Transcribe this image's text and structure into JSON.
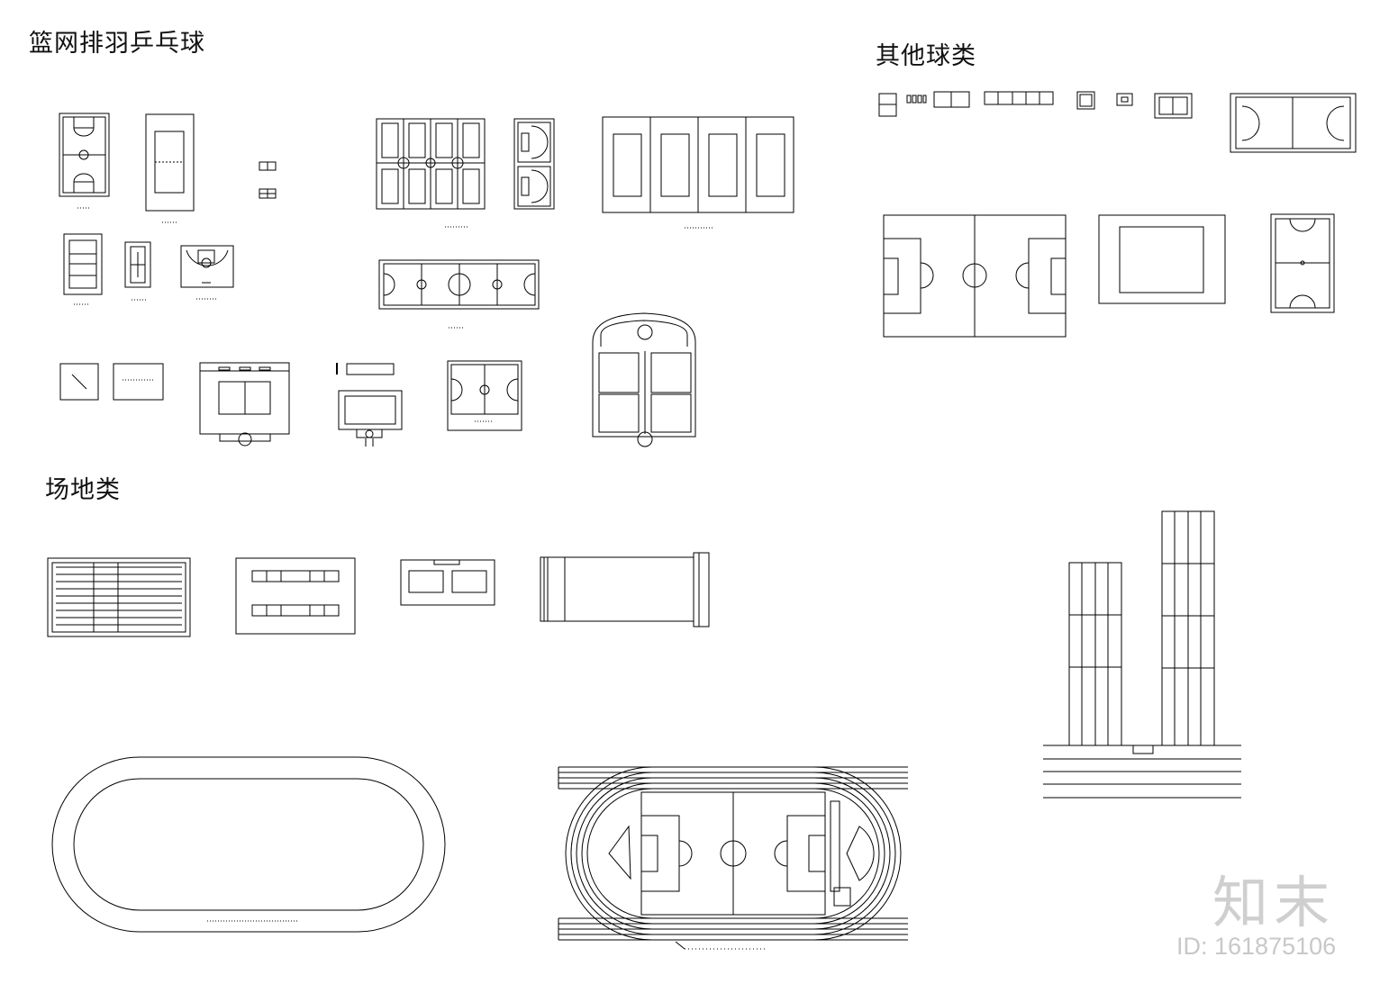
{
  "sections": {
    "ball_courts": "篮网排羽乒乓球",
    "other_balls": "其他球类",
    "venues": "场地类"
  },
  "watermark": {
    "logo": "知末",
    "id": "ID: 161875106"
  },
  "colors": {
    "line": "#000000",
    "watermark": "#cfcfcf"
  }
}
